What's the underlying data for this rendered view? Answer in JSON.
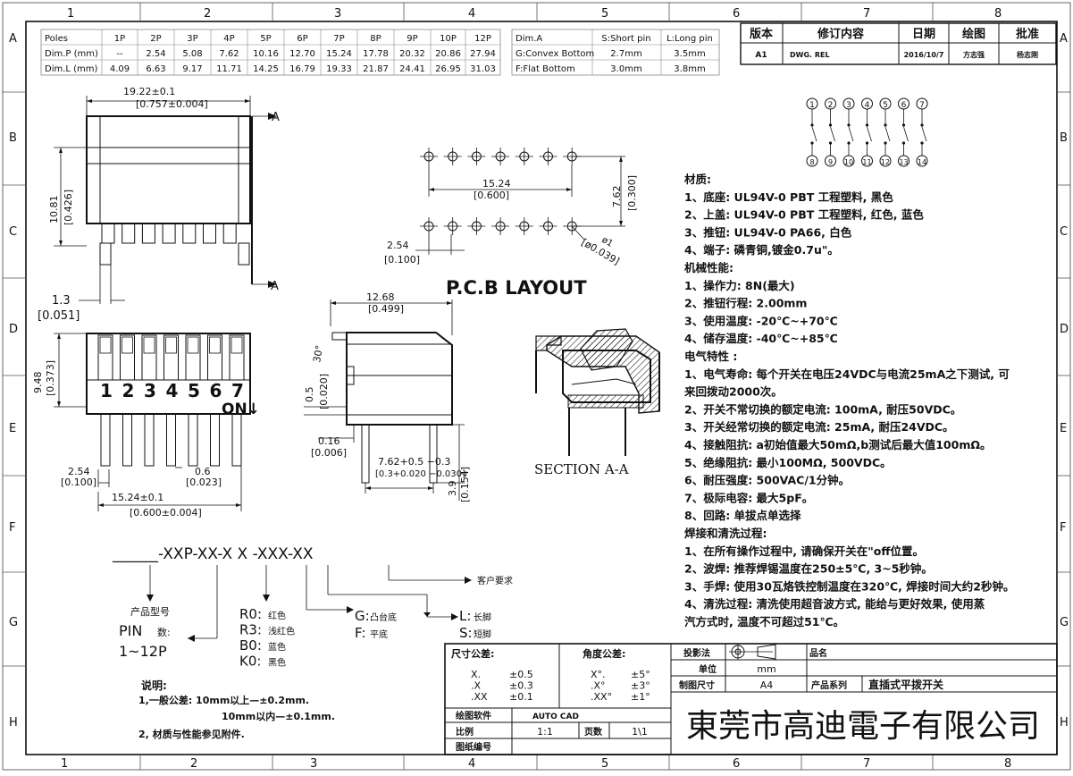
{
  "border": {
    "columns": [
      "1",
      "2",
      "3",
      "4",
      "5",
      "6",
      "7",
      "8"
    ],
    "rows": [
      "A",
      "B",
      "C",
      "D",
      "E",
      "F",
      "G",
      "H"
    ]
  },
  "poles_table": {
    "rows": [
      [
        "Poles",
        "1P",
        "2P",
        "3P",
        "4P",
        "5P",
        "6P",
        "7P",
        "8P",
        "9P",
        "10P",
        "12P"
      ],
      [
        "Dim.P (mm)",
        "--",
        "2.54",
        "5.08",
        "7.62",
        "10.16",
        "12.70",
        "15.24",
        "17.78",
        "20.32",
        "20.86",
        "27.94"
      ],
      [
        "Dim.L (mm)",
        "4.09",
        "6.63",
        "9.17",
        "11.71",
        "14.25",
        "16.79",
        "19.33",
        "21.87",
        "24.41",
        "26.95",
        "31.03"
      ]
    ]
  },
  "pin_table": {
    "rows": [
      [
        "Dim.A",
        "S:Short pin",
        "L:Long pin"
      ],
      [
        "G:Convex Bottom",
        "2.7mm",
        "3.5mm"
      ],
      [
        "F:Flat Bottom",
        "3.0mm",
        "3.8mm"
      ]
    ]
  },
  "revision_table": {
    "headers": [
      "版本",
      "修订内容",
      "日期",
      "绘图",
      "批准"
    ],
    "row": [
      "A1",
      "DWG. REL",
      "2016/10/7",
      "方志强",
      "杨志刚"
    ]
  },
  "drawing": {
    "top_width": "19.22±0.1",
    "top_width_in": "[0.757±0.004]",
    "section_marker": "A",
    "height": "10.81",
    "height_in": "[0.426]",
    "pin_offset": "1.3",
    "pin_offset_in": "[0.051]",
    "front_height": "9.48",
    "front_height_in": "[0.373]",
    "numbers": [
      "1",
      "2",
      "3",
      "4",
      "5",
      "6",
      "7"
    ],
    "on_label": "ON↓",
    "pitch": "2.54",
    "pitch_in": "[0.100]",
    "pin_width": "0.6",
    "pin_width_in": "[0.023]",
    "span": "15.24±0.1",
    "span_in": "[0.600±0.004]",
    "pcb_title": "P.C.B  LAYOUT",
    "pcb_span": "15.24",
    "pcb_span_in": "[0.600]",
    "pcb_row": "7.62",
    "pcb_row_in": "[0.300]",
    "pcb_pitch": "2.54",
    "pcb_pitch_in": "[0.100]",
    "pcb_hole": "ø1",
    "pcb_hole_in": "[ø0.039]",
    "side_width": "12.68",
    "side_width_in": "[0.499]",
    "side_angle": "30°",
    "side_small": "0.5",
    "side_small_in": "[0.020]",
    "side_stand": "0.16",
    "side_stand_in": "[0.006]",
    "side_row": "7.62+0.5 −0.3",
    "side_row_in": "[0.3+0.020 −0.030]",
    "side_pin": "3.9",
    "side_pin_in": "[0.154]",
    "section_label": "SECTION  A-A"
  },
  "part_number": {
    "code": "______-XXP-XX-X X -XXX-XX",
    "customer": "客户要求",
    "product_model": "产品型号",
    "pin_label": "PIN",
    "pin_count_label": "数:",
    "pin_range": "1~12P",
    "colors": [
      {
        "code": "R0:",
        "name": "红色"
      },
      {
        "code": "R3:",
        "name": "浅红色"
      },
      {
        "code": "B0:",
        "name": "蓝色"
      },
      {
        "code": "K0:",
        "name": "黑色"
      }
    ],
    "bottoms": [
      {
        "code": "G:",
        "name": "凸台底"
      },
      {
        "code": "F:",
        "name": "平底"
      }
    ],
    "pins": [
      {
        "code": "L:",
        "name": "长脚"
      },
      {
        "code": "S:",
        "name": "短脚"
      }
    ]
  },
  "notes": {
    "title": "说明:",
    "lines": [
      "1,一般公差: 10mm以上—±0.2mm.",
      "10mm以内—±0.1mm.",
      "2, 材质与性能参见附件."
    ]
  },
  "schematic": {
    "top_pins": [
      "1",
      "2",
      "3",
      "4",
      "5",
      "6",
      "7"
    ],
    "bottom_pins": [
      "8",
      "9",
      "10",
      "11",
      "12",
      "13",
      "14"
    ]
  },
  "specs": {
    "material_title": "材质:",
    "material": [
      "1、底座: UL94V-0 PBT 工程塑料, 黑色",
      "2、上盖: UL94V-0 PBT 工程塑料, 红色, 蓝色",
      "3、推钮: UL94V-0 PA66, 白色",
      "4、端子: 磷青铜,镀金0.7u\"。"
    ],
    "mechanical_title": "机械性能:",
    "mechanical": [
      "1、操作力: 8N(最大)",
      "2、推钮行程: 2.00mm",
      "3、使用温度: -20℃~+70℃",
      "4、储存温度: -40℃~+85℃"
    ],
    "electrical_title": "电气特性 :",
    "electrical": [
      "1、电气寿命: 每个开关在电压24VDC与电流25mA之下测试, 可",
      "   来回拨动2000次。",
      "2、开关不常切换的额定电流: 100mA, 耐压50VDC。",
      "3、开关经常切换的额定电流: 25mA, 耐压24VDC。",
      "4、接触阻抗: a初始值最大50mΩ,b测试后最大值100mΩ。",
      "5、绝缘阻抗: 最小100MΩ, 500VDC。",
      "6、耐压强度: 500VAC/1分钟。",
      "7、极际电容: 最大5pF。",
      "8、回路: 单拔点单选择"
    ],
    "welding_title": "焊接和清洗过程:",
    "welding": [
      "1、在所有操作过程中, 请确保开关在\"off位置。",
      "2、波焊: 推荐焊锡温度在250±5℃, 3~5秒钟。",
      "3、手焊: 使用30瓦烙铁控制温度在320℃, 焊接时间大约2秒钟。",
      "4、清洗过程: 清洗使用超音波方式, 能给与更好效果, 使用蒸",
      "   汽方式时, 温度不可超过51℃。"
    ]
  },
  "title_block": {
    "size_tol_label": "尺寸公差:",
    "angle_tol_label": "角度公差:",
    "size_tols": [
      [
        "X.",
        "±0.5"
      ],
      [
        ".X",
        "±0.3"
      ],
      [
        ".XX",
        "±0.1"
      ]
    ],
    "angle_tols": [
      [
        "X°.",
        "±5°"
      ],
      [
        ".X°",
        "±3°"
      ],
      [
        ".XX°",
        "±1°"
      ]
    ],
    "projection_label": "投影法",
    "product_name_label": "品名",
    "unit_label": "单位",
    "unit_value": "mm",
    "drawing_size_label": "制图尺寸",
    "drawing_size_value": "A4",
    "series_label": "产品系列",
    "series_value": "直插式平拨开关",
    "software_label": "绘图软件",
    "software_value": "AUTO CAD",
    "scale_label": "比例",
    "scale_value": "1:1",
    "pages_label": "页数",
    "pages_value": "1\\1",
    "number_label": "图纸编号",
    "company": "東莞市高迪電子有限公司"
  }
}
